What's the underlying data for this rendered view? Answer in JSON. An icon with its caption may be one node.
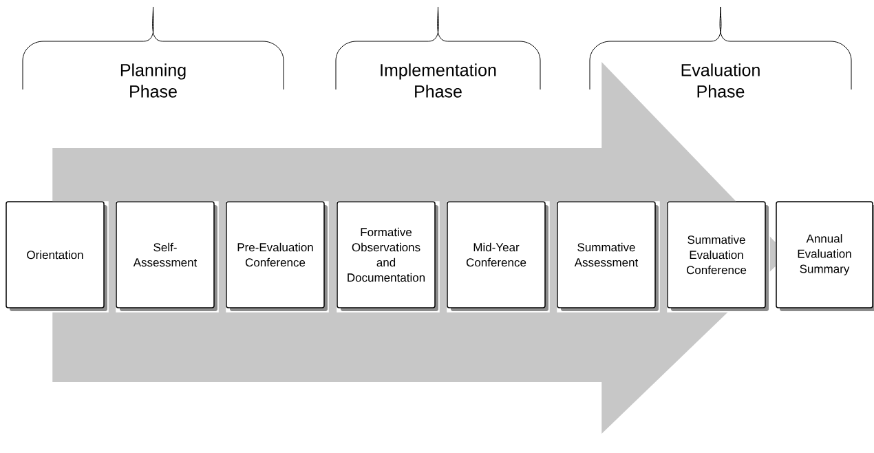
{
  "diagram": {
    "nodes": [
      {
        "text": [
          "Orientation"
        ]
      },
      {
        "text": [
          "Self- Assessment"
        ]
      },
      {
        "text": [
          "Pre-Evaluation Conference"
        ]
      },
      {
        "text": [
          "Formative Observations and Documentation"
        ]
      },
      {
        "text": [
          "Mid-Year Conference"
        ]
      },
      {
        "text": [
          "Summative Assessment"
        ]
      },
      {
        "text": [
          "Summative Evaluation Conference"
        ]
      },
      {
        "text": [
          "Annual Evaluation Summary"
        ]
      }
    ],
    "edges": [
      {
        "from": 0,
        "to": 7,
        "arrow": "to"
      }
    ],
    "labels": [
      "Planning Phase",
      "Implementation Phase",
      "Evaluation Phase"
    ]
  }
}
